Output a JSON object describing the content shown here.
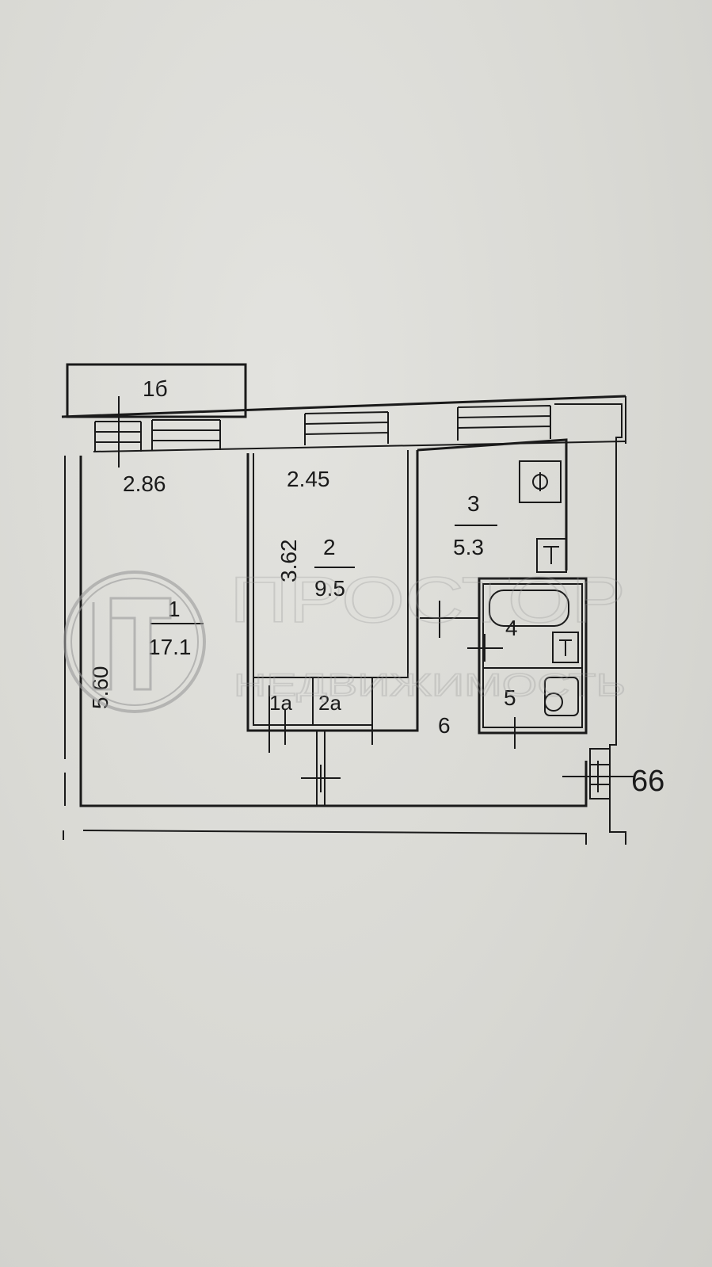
{
  "watermark": {
    "brand": "ПРОСТОР",
    "tagline": "НЕДВИЖИМОСТЬ"
  },
  "colors": {
    "paper": "#dcdcd8",
    "ink": "#1a1a1a",
    "watermark": "#9a9a9a"
  },
  "plan_labels": {
    "balcony": "1б",
    "room1_width": "2.86",
    "room1_number": "1",
    "room1_area": "17.1",
    "room1_length": "5.60",
    "room2_width": "2.45",
    "room2_length": "3.62",
    "room2_number": "2",
    "room2_area": "9.5",
    "room3_number": "3",
    "room3_area": "5.3",
    "closet1": "1а",
    "closet2": "2а",
    "bath_number": "4",
    "wc_number": "5",
    "hall_number": "6",
    "apartment_number": "66"
  }
}
